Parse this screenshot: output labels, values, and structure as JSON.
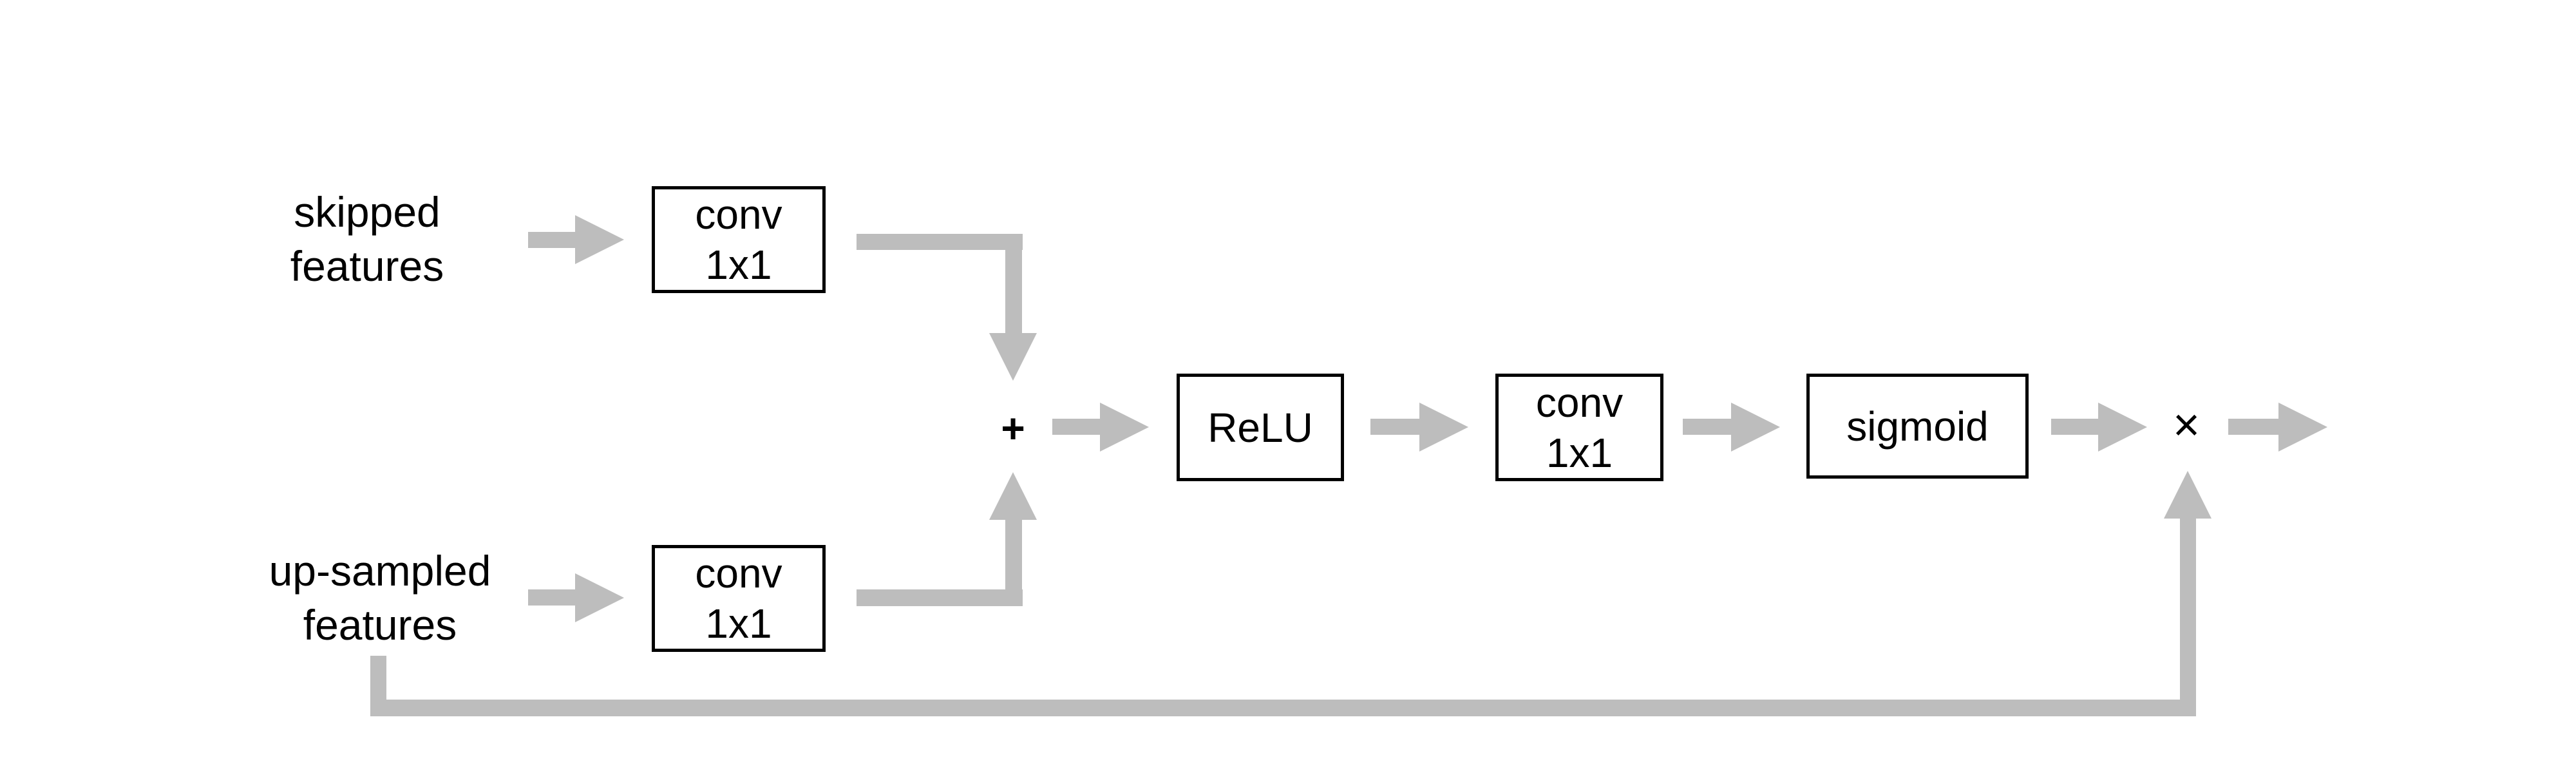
{
  "diagram": {
    "background_color": "#ffffff",
    "arrow_color": "#bdbdbd",
    "box_border_color": "#000000",
    "text_color": "#000000",
    "inputs": [
      {
        "id": "skipped-features",
        "line1": "skipped",
        "line2": "features"
      },
      {
        "id": "up-sampled-features",
        "line1": "up-sampled",
        "line2": "features"
      }
    ],
    "nodes": [
      {
        "id": "conv-1x1-top",
        "line1": "conv",
        "line2": "1x1"
      },
      {
        "id": "conv-1x1-bottom",
        "line1": "conv",
        "line2": "1x1"
      },
      {
        "id": "relu",
        "line1": "ReLU"
      },
      {
        "id": "conv-1x1-mid",
        "line1": "conv",
        "line2": "1x1"
      },
      {
        "id": "sigmoid",
        "line1": "sigmoid"
      }
    ],
    "operators": [
      {
        "id": "add",
        "symbol": "+"
      },
      {
        "id": "multiply",
        "symbol": "×"
      }
    ]
  }
}
